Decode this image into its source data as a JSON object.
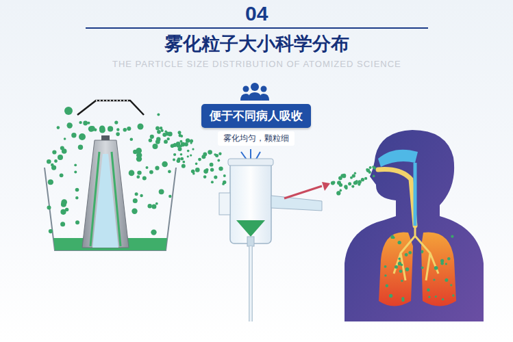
{
  "diagram": {
    "title": "雾化粒子大小科学分布",
    "nodes": [
      {
        "text": [
          "便于不同病人吸收",
          "雾化均匀，颗粒细"
        ]
      }
    ],
    "labels": [
      "04",
      "THE PARTICLE SIZE DISTRIBUTION OF ATOMIZED SCIENCE"
    ]
  }
}
